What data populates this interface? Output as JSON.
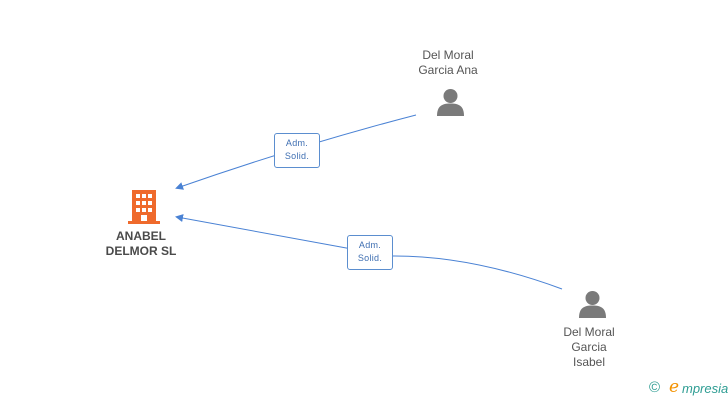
{
  "nodes": {
    "company": {
      "name_lines": [
        "ANABEL",
        "DELMOR SL"
      ],
      "icon": "building-icon",
      "color": "#ef6a2c"
    },
    "person_ana": {
      "name_lines": [
        "Del Moral",
        "Garcia Ana"
      ],
      "icon": "person-icon"
    },
    "person_isabel": {
      "name_lines": [
        "Del Moral",
        "Garcia",
        "Isabel"
      ],
      "icon": "person-icon"
    }
  },
  "edges": [
    {
      "from": "person_ana",
      "to": "company",
      "role_lines": [
        "Adm.",
        "Solid."
      ]
    },
    {
      "from": "person_isabel",
      "to": "company",
      "role_lines": [
        "Adm.",
        "Solid."
      ]
    }
  ],
  "colors": {
    "edge": "#4a82d4",
    "person_icon": "#7a7a7a",
    "brand_teal": "#2e9d93",
    "brand_orange": "#f39200"
  },
  "footer": {
    "copyright_symbol": "©",
    "brand_initial": "e",
    "brand_rest": "mpresia"
  }
}
